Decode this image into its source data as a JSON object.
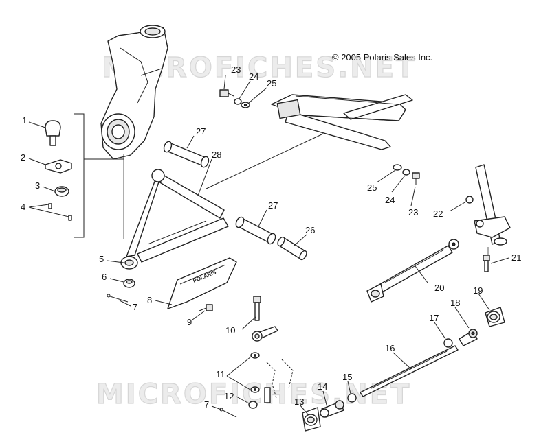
{
  "copyright": "© 2005 Polaris Sales Inc.",
  "watermark": "MICROFICHES.NET",
  "callouts": [
    {
      "id": "c1",
      "text": "1"
    },
    {
      "id": "c2",
      "text": "2"
    },
    {
      "id": "c3",
      "text": "3"
    },
    {
      "id": "c4",
      "text": "4"
    },
    {
      "id": "c5",
      "text": "5"
    },
    {
      "id": "c6",
      "text": "6"
    },
    {
      "id": "c7a",
      "text": "7"
    },
    {
      "id": "c7b",
      "text": "7"
    },
    {
      "id": "c8",
      "text": "8"
    },
    {
      "id": "c9",
      "text": "9"
    },
    {
      "id": "c10",
      "text": "10"
    },
    {
      "id": "c11",
      "text": "11"
    },
    {
      "id": "c12",
      "text": "12"
    },
    {
      "id": "c13",
      "text": "13"
    },
    {
      "id": "c14",
      "text": "14"
    },
    {
      "id": "c15",
      "text": "15"
    },
    {
      "id": "c16",
      "text": "16"
    },
    {
      "id": "c17",
      "text": "17"
    },
    {
      "id": "c18",
      "text": "18"
    },
    {
      "id": "c19",
      "text": "19"
    },
    {
      "id": "c20",
      "text": "20"
    },
    {
      "id": "c21",
      "text": "21"
    },
    {
      "id": "c22",
      "text": "22"
    },
    {
      "id": "c23a",
      "text": "23"
    },
    {
      "id": "c23b",
      "text": "23"
    },
    {
      "id": "c24a",
      "text": "24"
    },
    {
      "id": "c24b",
      "text": "24"
    },
    {
      "id": "c25a",
      "text": "25"
    },
    {
      "id": "c25b",
      "text": "25"
    },
    {
      "id": "c26",
      "text": "26"
    },
    {
      "id": "c27a",
      "text": "27"
    },
    {
      "id": "c27b",
      "text": "27"
    },
    {
      "id": "c28",
      "text": "28"
    }
  ],
  "guard_logo": "POLARIS"
}
